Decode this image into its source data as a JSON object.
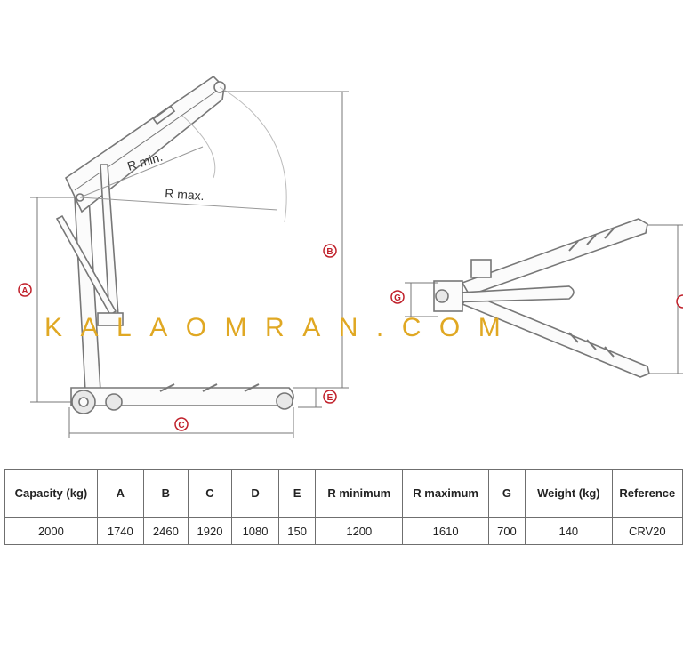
{
  "dimension_markers": {
    "A": "A",
    "B": "B",
    "C": "C",
    "E": "E",
    "G": "G"
  },
  "radius_labels": {
    "r_min": "R min.",
    "r_max": "R max."
  },
  "watermark": "KALAOMRAN.COM",
  "colors": {
    "marker": "#c0202a",
    "watermark": "#e0a823",
    "crane_line": "#777777",
    "table_border": "#6f6f6f"
  },
  "table": {
    "headers": [
      "Capacity (kg)",
      "A",
      "B",
      "C",
      "D",
      "E",
      "R minimum",
      "R maximum",
      "G",
      "Weight (kg)",
      "Reference"
    ],
    "row": [
      "2000",
      "1740",
      "2460",
      "1920",
      "1080",
      "150",
      "1200",
      "1610",
      "700",
      "140",
      "CRV20"
    ]
  }
}
